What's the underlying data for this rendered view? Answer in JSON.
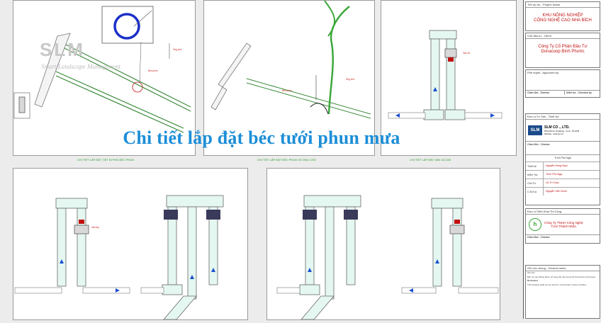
{
  "overlay_title": "Chi tiết lắp đặt béc tưới phun mưa",
  "watermark": {
    "logo": "SLM",
    "subtitle": "Smart Landscape Management"
  },
  "colors": {
    "title": "#1c8ed8",
    "accent_red": "#c01010",
    "label_green": "#2a9a2a",
    "pipe_fill": "#e4f7f0",
    "arrow_blue": "#1a4fd0"
  },
  "panels": {
    "p1_title": "CHI TIẾT LẮP ĐẶT TIẾT BI PHỦ BÉC PHUN",
    "p2_title": "CHI TIẾT LẮP ĐẶT BÉC PHUN VÀ ỐNG CHỜ",
    "p3_title": "CHI TIẾT LẮP ĐẶT VAN XẢ D40"
  },
  "title_block": {
    "project_label": "Tên dự án - Project Name",
    "project_name_1": "KHU NÔNG NGHIỆP",
    "project_name_2": "CÔNG NGHỆ CAO NHA BÍCH",
    "client_label": "Chủ đầu tư - Client",
    "client_name_1": "Công Ty Cổ Phần Đầu Tư",
    "client_name_2": "Donacoop Bình Phước",
    "approved_label": "Phê duyệt - Approved by:",
    "director_label": "Giám đốc - Director",
    "checked_label": "Kiểm tra - Checked by:",
    "consultant_label": "Đơn vị Tư Vấn - Thiết Kế",
    "consultant_name": "SLM CO ., LTD.",
    "consultant_addr": "56/12/15 An phú Đông - Q.12 - TP.HCM",
    "consultant_web": "Website : www.slm.vn",
    "consultant_director": "Giám Đốc - Director",
    "leader": "Trình Phú Nga",
    "rows": [
      {
        "label": "Thiết kế",
        "value": "Nguyễn Hồng Nam"
      },
      {
        "label": "Kiểm Tra",
        "value": "Trình Phú Nga"
      },
      {
        "label": "Chủ Trì",
        "value": "Vũ Trí Tuan"
      },
      {
        "label": "C.N.Đ.A",
        "value": "Nguyễn Viết Chính"
      }
    ],
    "contractor_label": "Đơn vị Triển Khai Thi Công",
    "contractor_name_1": "Công Ty TNHH Công Nghệ",
    "contractor_name_2": "Tưới Thành Nhân",
    "contractor_director": "Giám Đốc - Director",
    "notes_label": "Ghi chú chung - General notes",
    "notes_1": "Ghi chú:",
    "notes_2": "Bản vẽ này không được sử dụng để xây dựng khi chưa được phê duyệt.",
    "notes_3": "Disclaimer",
    "notes_4": "This drawing shall not be used for construction unless certified."
  }
}
